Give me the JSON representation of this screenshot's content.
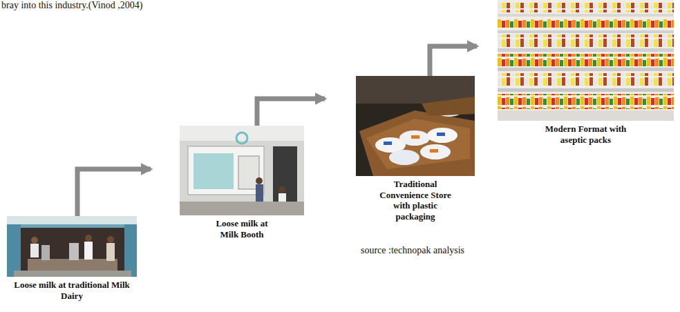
{
  "diagram": {
    "nodes": [
      {
        "text": [
          "Loose milk at traditional Milk Dairy"
        ]
      },
      {
        "text": [
          "Loose milk at Milk Booth"
        ]
      },
      {
        "text": [
          "Traditional Convenience Store with plastic packaging"
        ]
      },
      {
        "text": [
          "Modern Format with aseptic packs"
        ]
      }
    ],
    "edges": [
      {
        "from": 0,
        "to": 1,
        "arrow": "to"
      },
      {
        "from": 1,
        "to": 2,
        "arrow": "to"
      },
      {
        "from": 2,
        "to": 3,
        "arrow": "to"
      }
    ],
    "labels": [
      "bray into this industry.(Vinod ,2004)",
      "source :technopak analysis"
    ]
  }
}
